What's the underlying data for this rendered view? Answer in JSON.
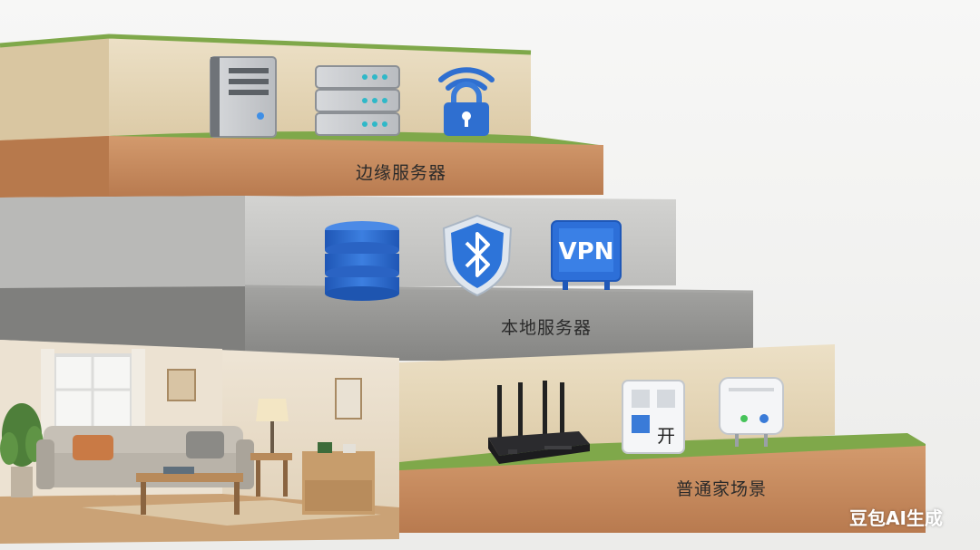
{
  "layers": {
    "edge": {
      "label": "边缘服务器",
      "icons": [
        "tower-server-icon",
        "rack-server-icon",
        "wifi-lock-icon"
      ]
    },
    "local": {
      "label": "本地服务器",
      "icons": [
        "database-icon",
        "bluetooth-shield-icon",
        "vpn-monitor-icon"
      ]
    },
    "home": {
      "label": "普通家场景",
      "icons": [
        "wifi-router-icon",
        "smart-switch-panel-icon",
        "gateway-hub-icon"
      ]
    }
  },
  "vpn_text": "VPN",
  "switch_glyph": "开",
  "watermark": "豆包AI生成",
  "colors": {
    "sand": "#e6d8bc",
    "soil": "#c98b5c",
    "concrete": "#c9c9c7",
    "concrete_dark": "#8f8f8d",
    "grass": "#7fa84a",
    "accent_blue": "#2f6fd0"
  }
}
